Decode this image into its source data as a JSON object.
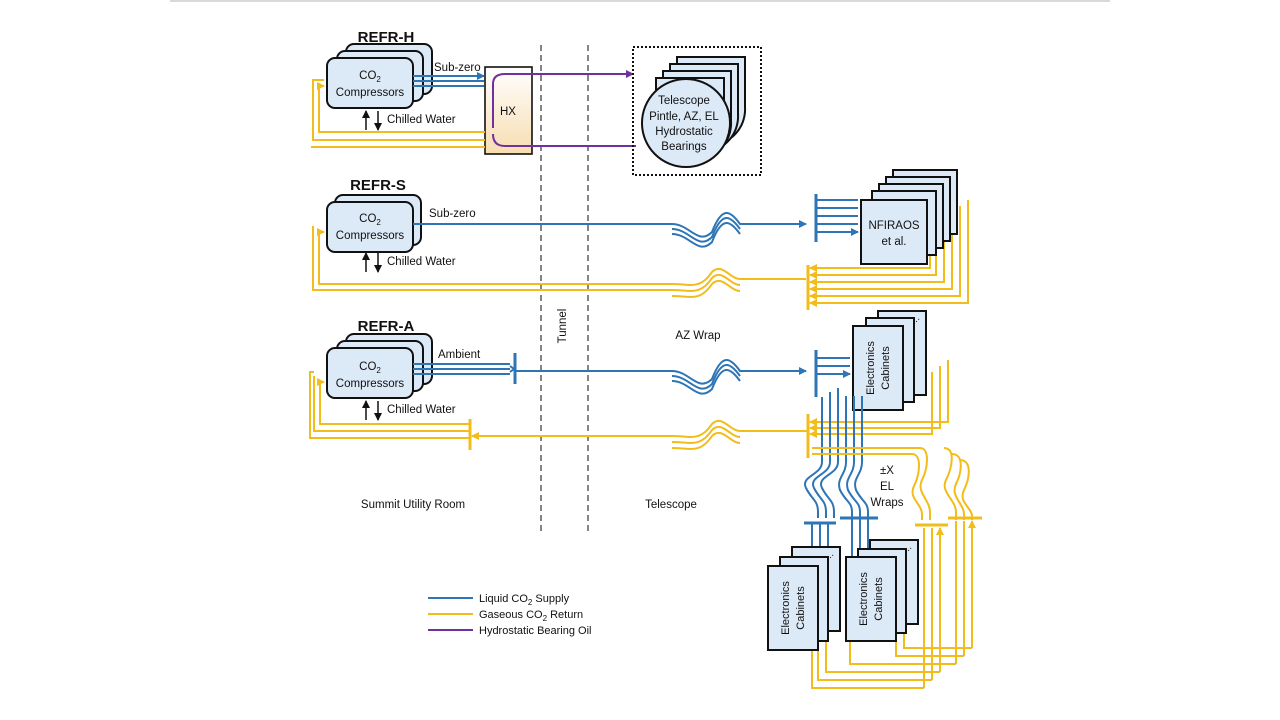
{
  "refrigerators": [
    {
      "name": "REFR-H",
      "box_line1": "CO",
      "box_sub": "2",
      "box_line2": "Compressors",
      "mode": "Sub-zero",
      "water": "Chilled Water"
    },
    {
      "name": "REFR-S",
      "box_line1": "CO",
      "box_sub": "2",
      "box_line2": "Compressors",
      "mode": "Sub-zero",
      "water": "Chilled Water"
    },
    {
      "name": "REFR-A",
      "box_line1": "CO",
      "box_sub": "2",
      "box_line2": "Compressors",
      "mode": "Ambient",
      "water": "Chilled Water"
    }
  ],
  "hx": "HX",
  "telescope_box": [
    "Telescope",
    "Pintle, AZ, EL",
    "Hydrostatic",
    "Bearings"
  ],
  "nfiraos": [
    "NFIRAOS",
    "et al."
  ],
  "electronics": [
    "Electronics",
    "Cabinets"
  ],
  "regions": {
    "tunnel": "Tunnel",
    "az_wrap": "AZ Wrap",
    "summit": "Summit Utility Room",
    "telescope": "Telescope",
    "el_wraps": [
      "±X",
      "EL",
      "Wraps"
    ]
  },
  "legend": [
    {
      "pre": "Liquid CO",
      "sub": "2",
      "post": " Supply",
      "color": "#2e75b6"
    },
    {
      "pre": "Gaseous CO",
      "sub": "2",
      "post": " Return",
      "color": "#f2bd1b"
    },
    {
      "pre": "Hydrostatic Bearing Oil",
      "sub": "",
      "post": "",
      "color": "#7030a0"
    }
  ]
}
